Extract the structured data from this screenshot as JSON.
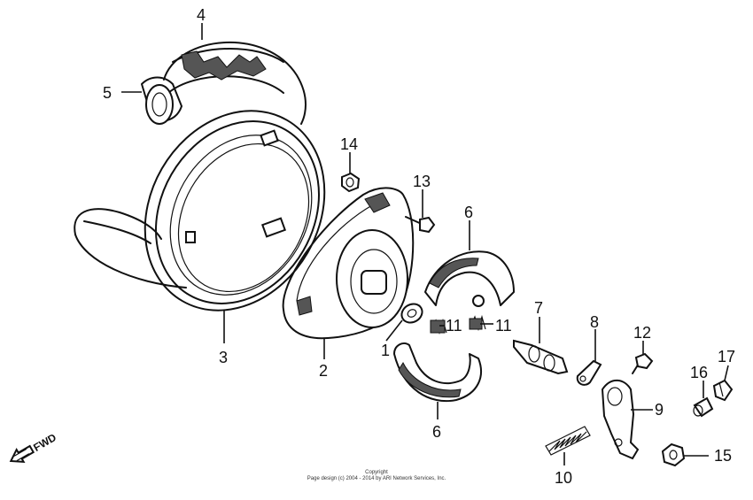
{
  "callouts": [
    {
      "id": "c4",
      "label": "4"
    },
    {
      "id": "c5",
      "label": "5"
    },
    {
      "id": "c14",
      "label": "14"
    },
    {
      "id": "c13",
      "label": "13"
    },
    {
      "id": "c6a",
      "label": "6"
    },
    {
      "id": "c3",
      "label": "3"
    },
    {
      "id": "c2",
      "label": "2"
    },
    {
      "id": "c1",
      "label": "1"
    },
    {
      "id": "c11a",
      "label": "11"
    },
    {
      "id": "c11b",
      "label": "11"
    },
    {
      "id": "c6b",
      "label": "6"
    },
    {
      "id": "c7",
      "label": "7"
    },
    {
      "id": "c8",
      "label": "8"
    },
    {
      "id": "c12",
      "label": "12"
    },
    {
      "id": "c9",
      "label": "9"
    },
    {
      "id": "c10",
      "label": "10"
    },
    {
      "id": "c16",
      "label": "16"
    },
    {
      "id": "c17",
      "label": "17"
    },
    {
      "id": "c15",
      "label": "15"
    }
  ],
  "direction_label": "FWD",
  "copyright": {
    "line1": "Copyright",
    "line2": "Page design (c) 2004 - 2014 by ARI Network Services, Inc."
  }
}
